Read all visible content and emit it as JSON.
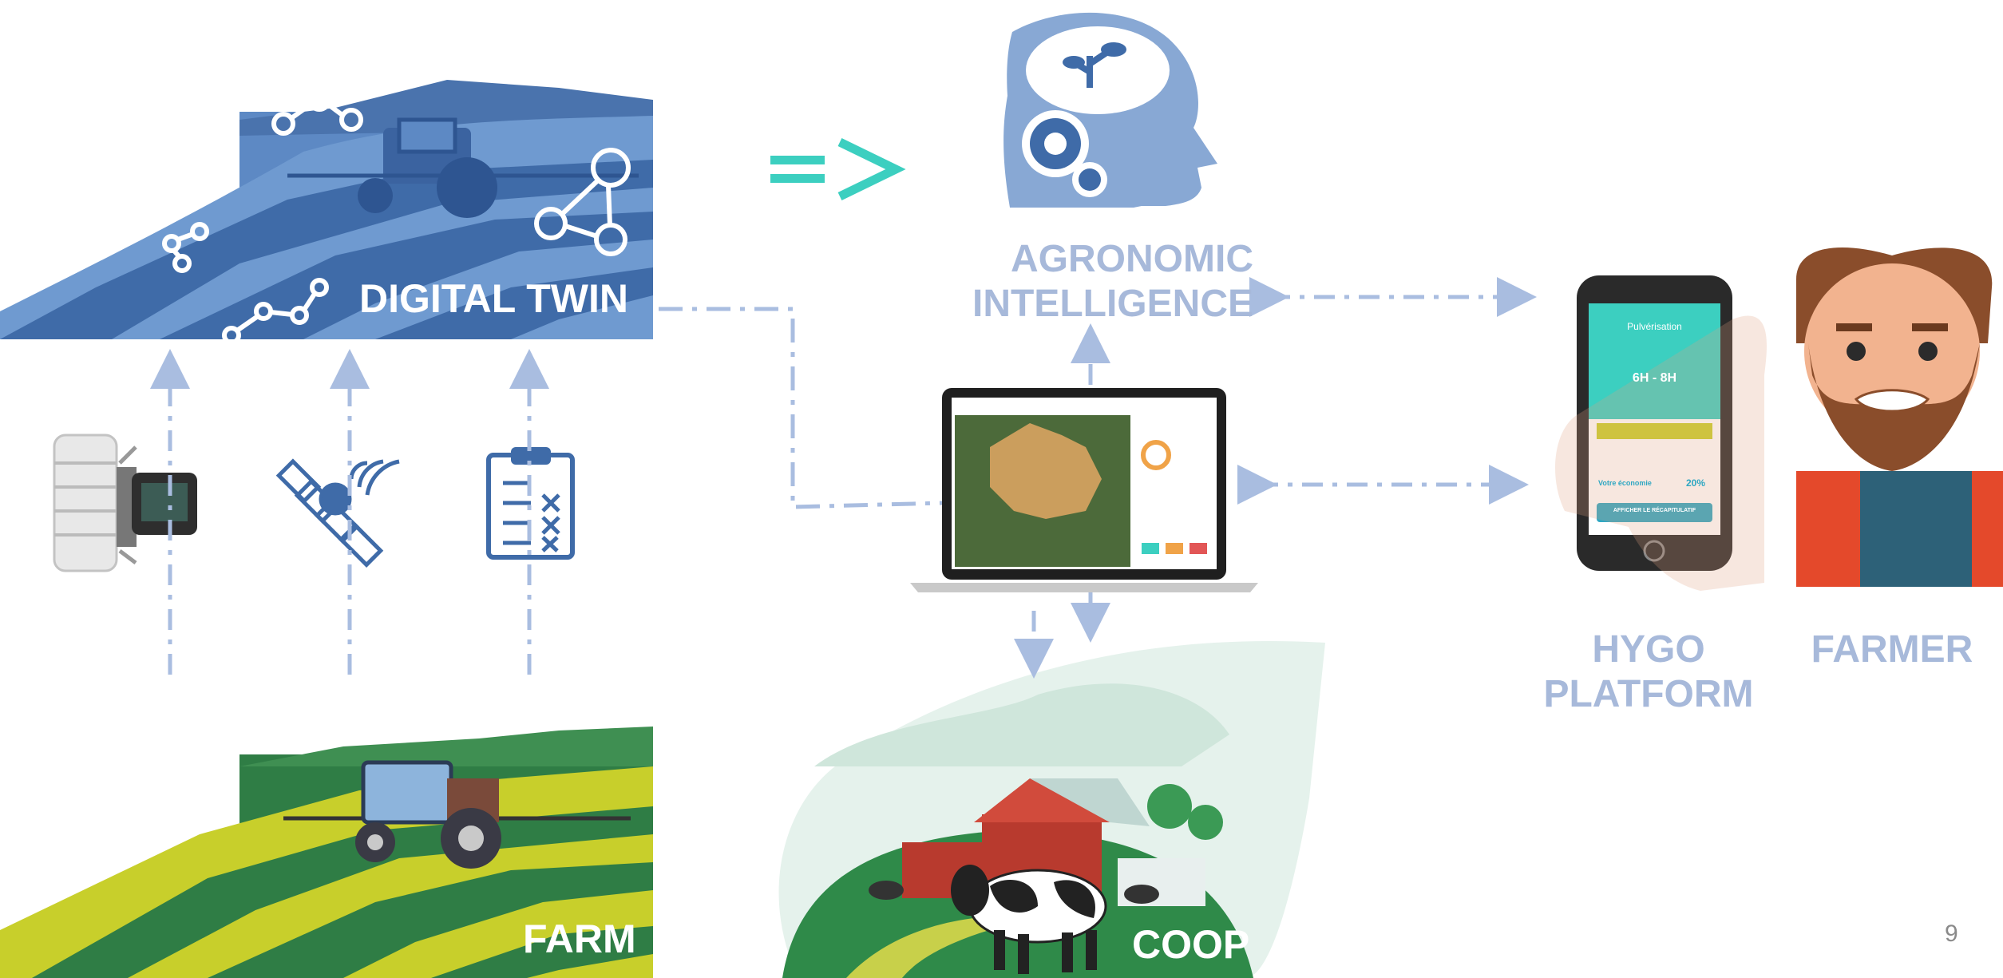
{
  "labels": {
    "digital_twin": "DIGITAL TWIN",
    "agronomic_1": "AGRONOMIC",
    "agronomic_2": "INTELLIGENCE",
    "hygo_1": "HYGO",
    "hygo_2": "PLATFORM",
    "farmer": "FARMER",
    "farm": "FARM",
    "coop": "COOP"
  },
  "page_number": "9",
  "phone_screen": {
    "title": "Pulvérisation",
    "time_start": "6H",
    "time_sep": "-",
    "time_end": "8H",
    "savings_label": "Votre économie",
    "savings_value": "20%",
    "button": "AFFICHER LE RÉCAPITULATIF"
  },
  "icons": [
    "weather-station-icon",
    "satellite-icon",
    "clipboard-icon",
    "brain-head-icon",
    "laptop-icon",
    "smartphone-icon",
    "farmer-avatar",
    "implies-arrow-icon"
  ],
  "colors": {
    "label": "#a7b9da",
    "connector": "#a9bde0",
    "twin_blue": "#4f7fbf",
    "accent_teal": "#3ccfc0",
    "farm_green": "#2f7d45",
    "farm_yellow": "#c8cf2b"
  }
}
